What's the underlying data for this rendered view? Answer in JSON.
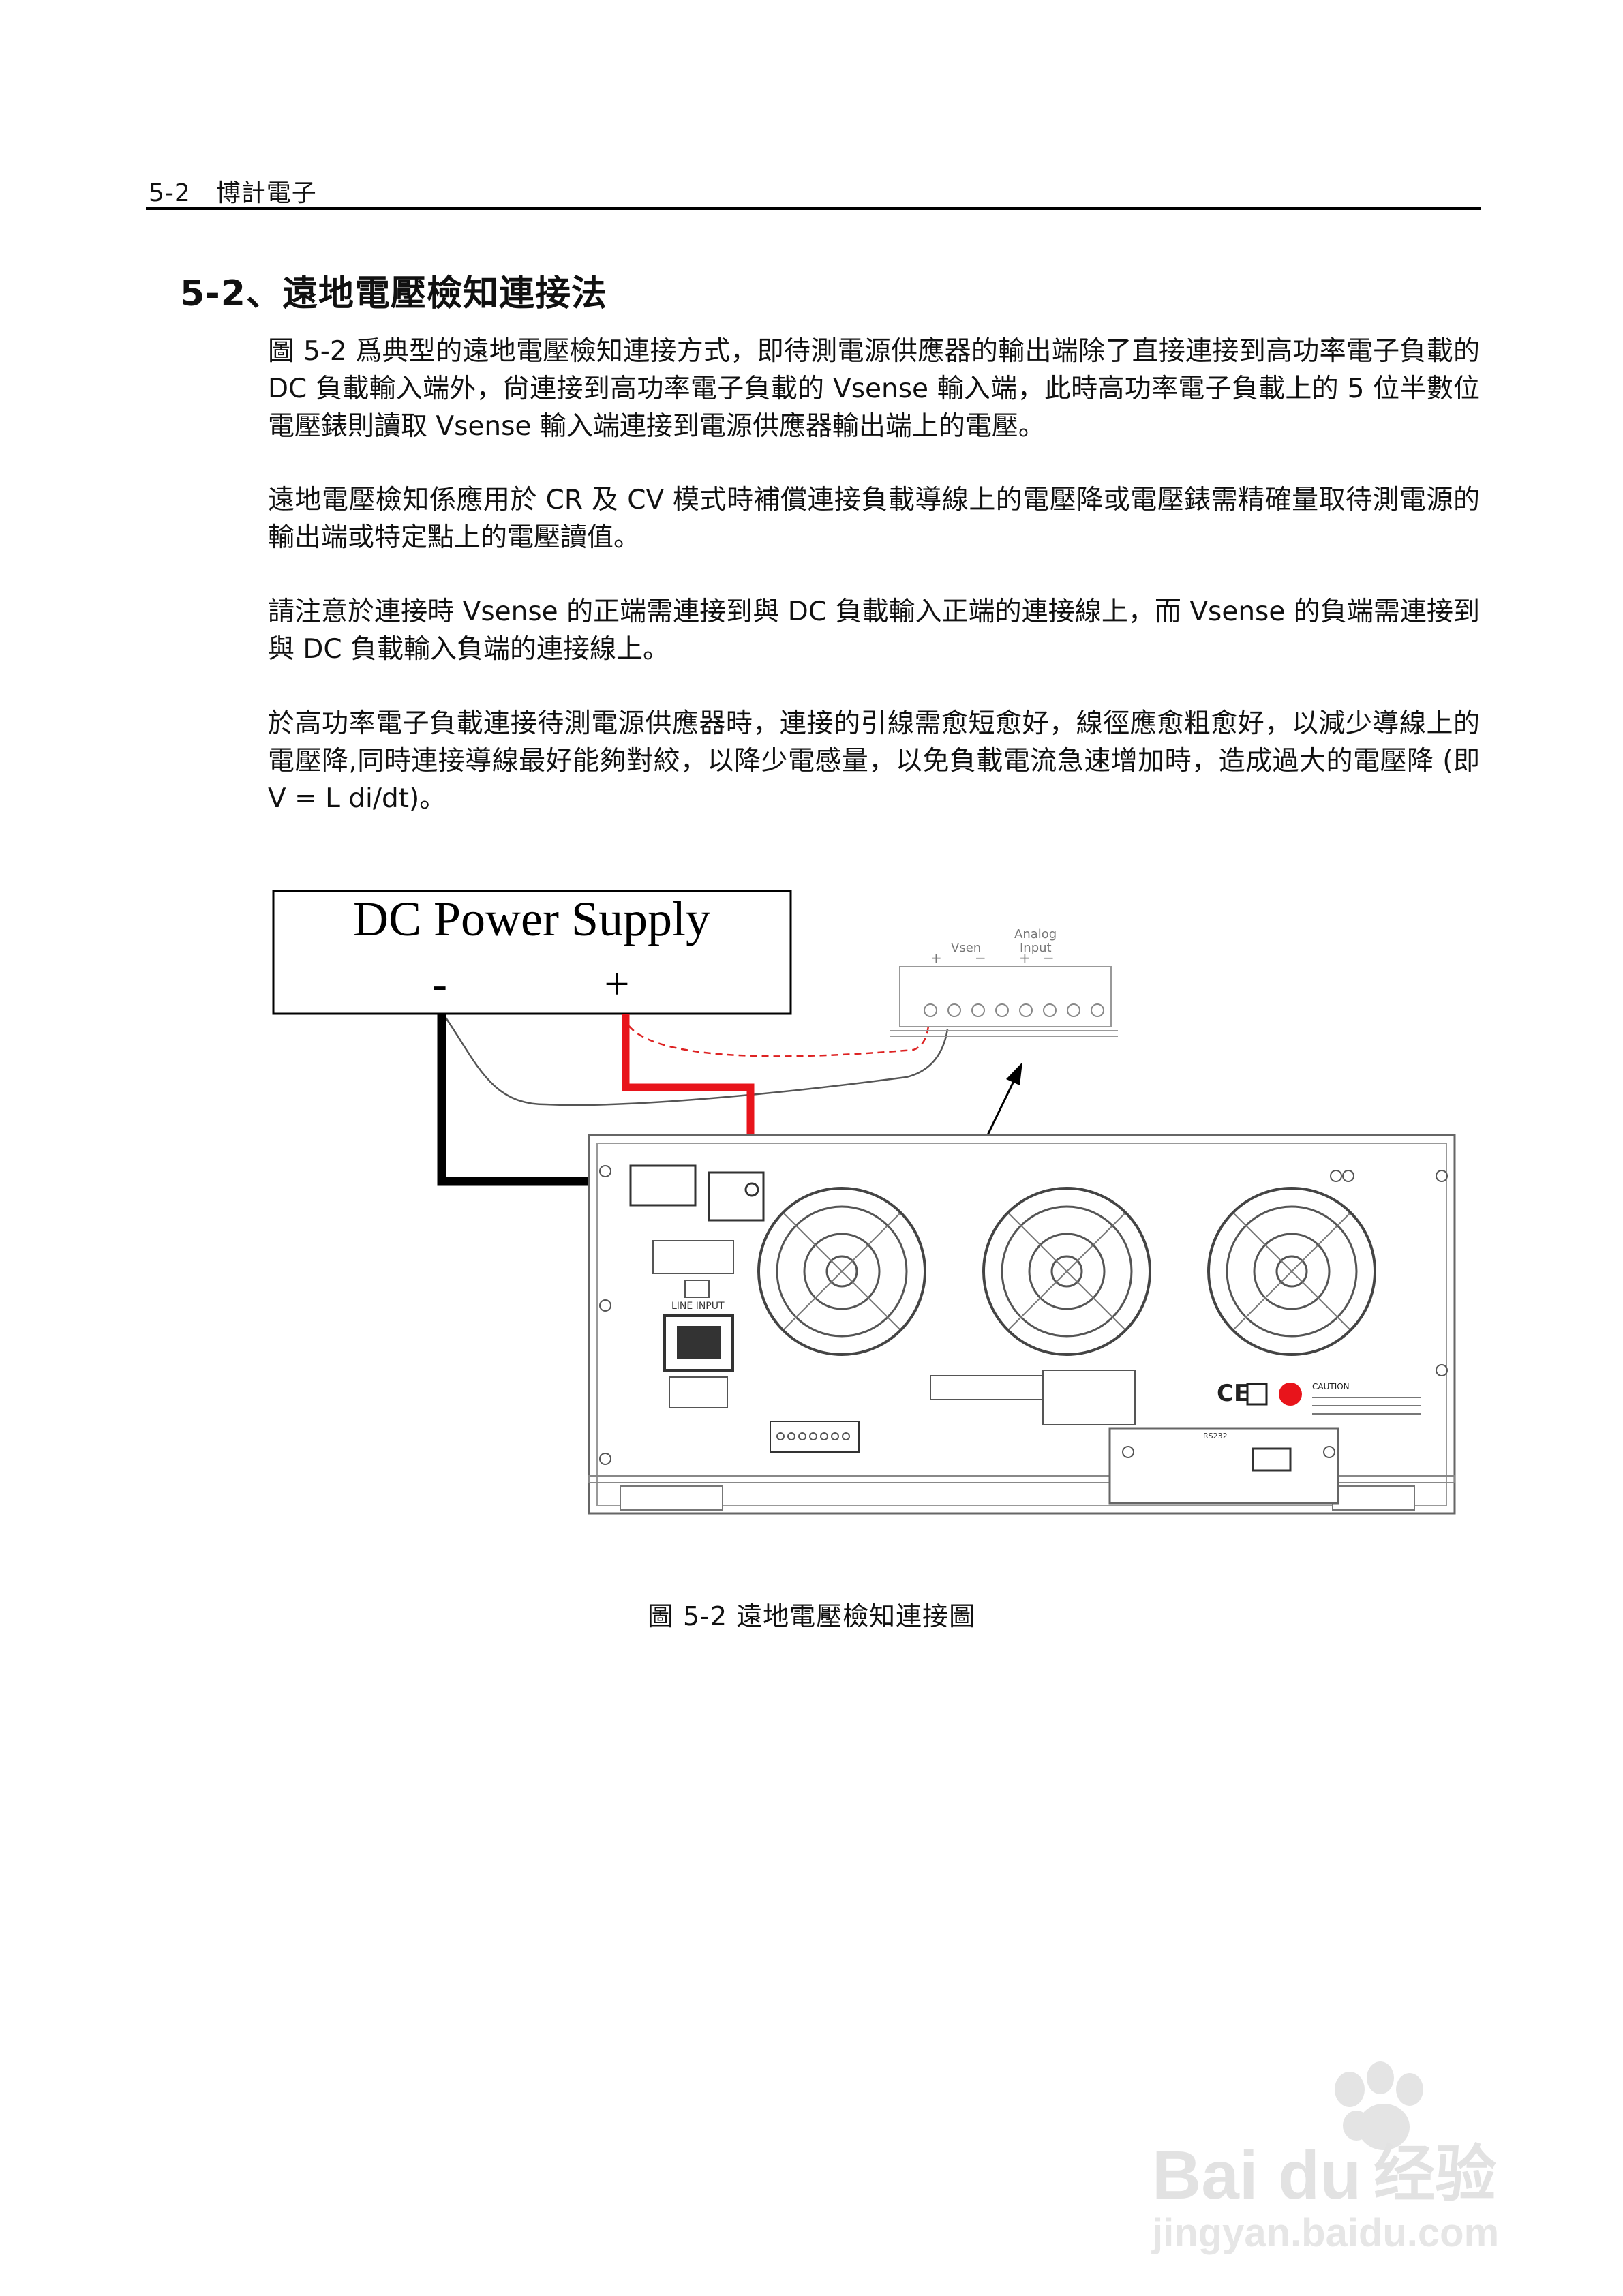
{
  "header": {
    "text": "5-2　博計電子"
  },
  "section": {
    "title": "5-2、遠地電壓檢知連接法"
  },
  "paragraphs": [
    "圖 5-2 爲典型的遠地電壓檢知連接方式，即待測電源供應器的輸出端除了直接連接到高功率電子負載的 DC 負載輸入端外，尙連接到高功率電子負載的 Vsense 輸入端，此時高功率電子負載上的 5 位半數位電壓錶則讀取 Vsense 輸入端連接到電源供應器輸出端上的電壓。",
    "遠地電壓檢知係應用於 CR 及 CV 模式時補償連接負載導線上的電壓降或電壓錶需精確量取待測電源的輸出端或特定點上的電壓讀值。",
    "請注意於連接時 Vsense 的正端需連接到與 DC 負載輸入正端的連接線上，而 Vsense 的負端需連接到與 DC 負載輸入負端的連接線上。",
    "於高功率電子負載連接待測電源供應器時，連接的引線需愈短愈好，線徑應愈粗愈好，以減少導線上的電壓降,同時連接導線最好能夠對絞，以降少電感量，以免負載電流急速增加時，造成過大的電壓降 (即 V = L di/dt)。"
  ],
  "diagram": {
    "power_supply_label": "DC Power Supply",
    "minus": "-",
    "plus": "+",
    "vsen_label": "Vsen",
    "analog_label": "Analog",
    "input_label": "Input",
    "term_plus": "+",
    "term_minus": "−",
    "line_input_label": "LINE INPUT",
    "caution_label": "CAUTION",
    "rs232_label": "RS232",
    "colors": {
      "positive_wire": "#e8141b",
      "negative_wire": "#000000",
      "sense_wire": "#555555"
    }
  },
  "caption": "圖 5-2 遠地電壓檢知連接圖",
  "watermark": {
    "brand": "Bai",
    "brand2": "du",
    "product": "经验",
    "url": "jingyan.baidu.com"
  }
}
